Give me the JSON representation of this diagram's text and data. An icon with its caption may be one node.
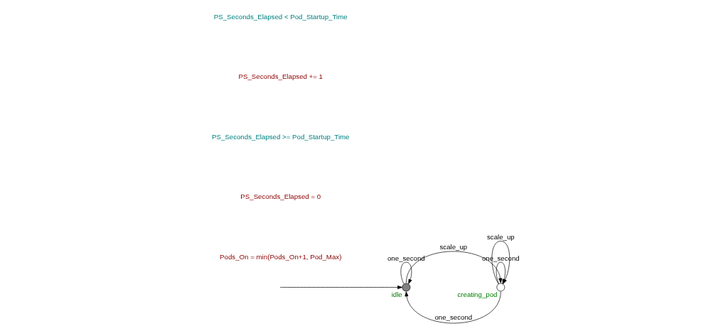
{
  "diagram": {
    "nodes": [
      {
        "text": [],
        "shape": "circle",
        "beside": [
          "idle"
        ]
      },
      {
        "text": [],
        "shape": "circle",
        "beside": [
          "creating_pod"
        ]
      }
    ],
    "edges": [
      {
        "from": null,
        "to": 0,
        "arrow": "to"
      },
      {
        "from": 0,
        "to": 0,
        "arrow": "to",
        "label": "one_second"
      },
      {
        "from": 0,
        "to": 1,
        "arrow": "to",
        "label": "scale_up"
      },
      {
        "from": 1,
        "to": 1,
        "arrow": "to",
        "label": "one_second"
      },
      {
        "from": 1,
        "to": 1,
        "arrow": "to",
        "label": "scale_up"
      },
      {
        "from": 1,
        "to": 0,
        "arrow": "to",
        "label": "one_second"
      }
    ],
    "labels": [
      "PS_Seconds_Elapsed < Pod_Startup_Time",
      "PS_Seconds_Elapsed += 1",
      "PS_Seconds_Elapsed >= Pod_Startup_Time",
      "PS_Seconds_Elapsed = 0",
      "Pods_On = min(Pods_On+1, Pod_Max)"
    ]
  }
}
